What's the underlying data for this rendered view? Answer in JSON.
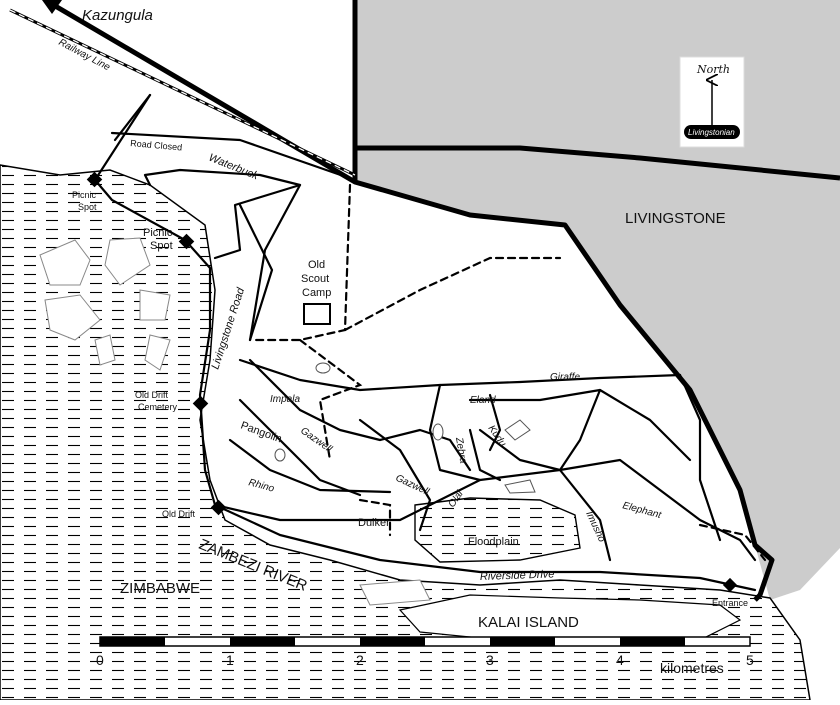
{
  "places": {
    "kazungula": "Kazungula",
    "railway": "Railway Line",
    "road_closed": "Road Closed",
    "waterbuck": "Waterbuck",
    "livingstone": "LIVINGSTONE",
    "zimbabwe": "ZIMBABWE",
    "zambezi": "ZAMBEZI RIVER",
    "kalai": "KALAI ISLAND",
    "old_scout_1": "Old",
    "old_scout_2": "Scout",
    "old_scout_3": "Camp",
    "floodplain": "Floodplain",
    "duiker": "Duiker",
    "riverside": "Riverside Drive",
    "entrance": "Entrance",
    "picnic1_a": "Picnic",
    "picnic1_b": "Spot",
    "picnic2_a": "Picnic",
    "picnic2_b": "Spot",
    "cemetery_a": "Old Drift",
    "cemetery_b": "Cemetery",
    "old_drift": "Old Drift",
    "livingstone_road": "Livingstone Road"
  },
  "tracks": {
    "impala": "Impala",
    "pangolin": "Pangolin",
    "gazwell1": "Gazwell",
    "gazwell2": "Gazwell",
    "rhino": "Rhino",
    "giraffe": "Giraffe",
    "eland": "Eland",
    "kudu": "Kudu",
    "zebra": "Zebra",
    "olai": "Olai",
    "elephant": "Elephant",
    "imusho": "Imusho"
  },
  "north": {
    "label": "North",
    "brand": "Livingstonian"
  },
  "scale": {
    "ticks": [
      "0",
      "1",
      "2",
      "3",
      "4",
      "5"
    ],
    "unit": "kilometres",
    "max_km": 5
  },
  "colors": {
    "town": "#cccccc",
    "border": "#000000",
    "water_dash": "#000000"
  }
}
